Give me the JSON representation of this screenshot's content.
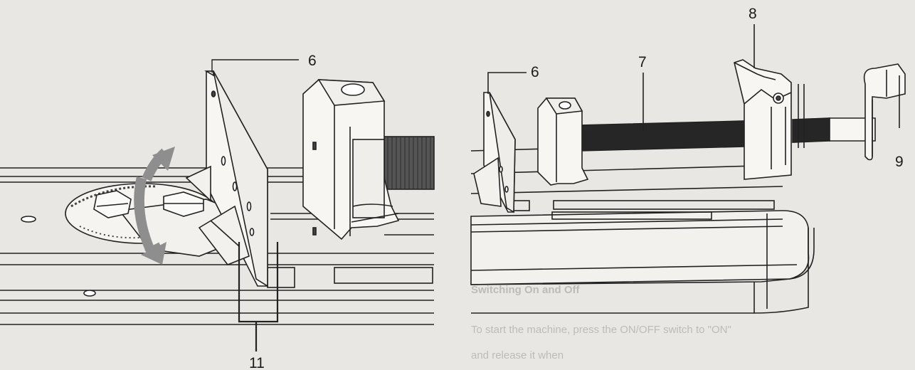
{
  "figure": {
    "left_panel": {
      "callouts": [
        "6",
        "11"
      ]
    },
    "right_panel": {
      "callouts": [
        "6",
        "7",
        "8",
        "9"
      ]
    },
    "bleed_through": {
      "heading": "Switching On and Off",
      "line1": "To start the machine, press the ON/OFF switch to \"ON\"",
      "line2": "and release it when"
    }
  }
}
